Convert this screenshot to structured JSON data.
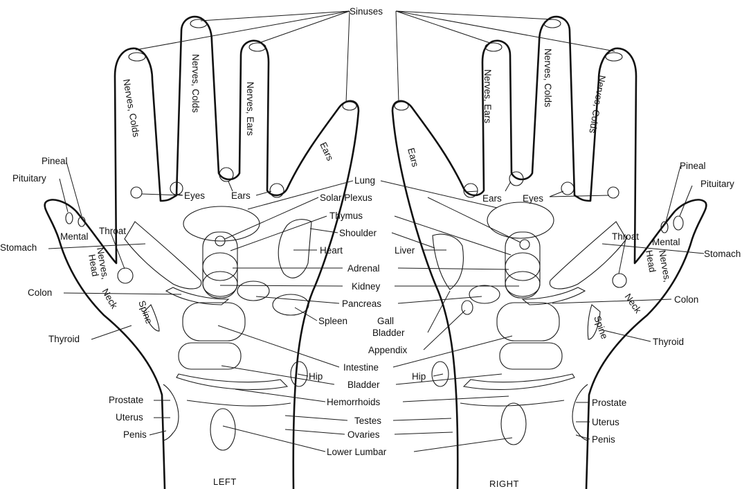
{
  "labels": {
    "sinuses": "Sinuses",
    "nerves_colds": "Nerves, Colds",
    "nerves_ears": "Nerves, Ears",
    "ears": "Ears",
    "eyes": "Eyes",
    "pineal": "Pineal",
    "pituitary": "Pituitary",
    "mental": "Mental",
    "throat": "Throat",
    "stomach": "Stomach",
    "nerves": "Nerves,",
    "head": "Head",
    "neck": "Neck",
    "spine": "Spine",
    "colon": "Colon",
    "thyroid": "Thyroid",
    "lung": "Lung",
    "solar_plexus": "Solar Plexus",
    "thymus": "Thymus",
    "shoulder": "Shoulder",
    "heart": "Heart",
    "liver": "Liver",
    "adrenal": "Adrenal",
    "kidney": "Kidney",
    "pancreas": "Pancreas",
    "spleen": "Spleen",
    "gall": "Gall",
    "bladder_word": "Bladder",
    "appendix": "Appendix",
    "intestine": "Intestine",
    "hip": "Hip",
    "bladder": "Bladder",
    "hemorrhoids": "Hemorrhoids",
    "testes": "Testes",
    "ovaries": "Ovaries",
    "lower_lumbar": "Lower Lumbar",
    "prostate": "Prostate",
    "uterus": "Uterus",
    "penis": "Penis"
  },
  "sides": {
    "left": "LEFT",
    "right": "RIGHT"
  }
}
